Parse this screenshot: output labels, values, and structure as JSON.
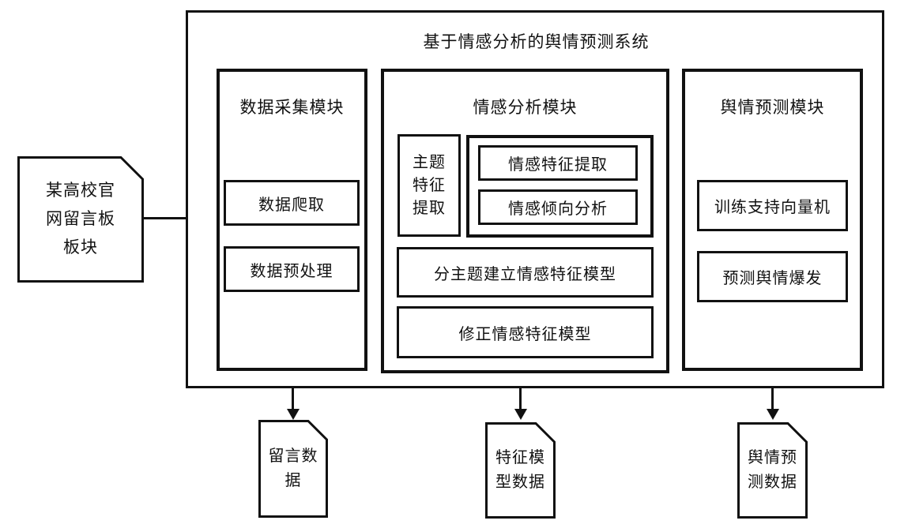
{
  "diagram": {
    "title": "基于情感分析的舆情预测系统",
    "source": {
      "label": "某高校官网留言板板块"
    },
    "data_collection": {
      "title": "数据采集模块",
      "crawl": "数据爬取",
      "preprocess": "数据预处理"
    },
    "sentiment": {
      "title": "情感分析模块",
      "topic_feature": "主题特征提取",
      "sentiment_feature": "情感特征提取",
      "sentiment_tendency": "情感倾向分析",
      "build_model": "分主题建立情感特征模型",
      "revise_model": "修正情感特征模型"
    },
    "prediction": {
      "title": "舆情预测模块",
      "train_svm": "训练支持向量机",
      "predict_outbreak": "预测舆情爆发"
    },
    "outputs": {
      "message_data": "留言数据",
      "feature_model_data": "特征模型数据",
      "prediction_data": "舆情预测数据"
    },
    "colors": {
      "line": "#111111",
      "background": "#ffffff"
    }
  }
}
